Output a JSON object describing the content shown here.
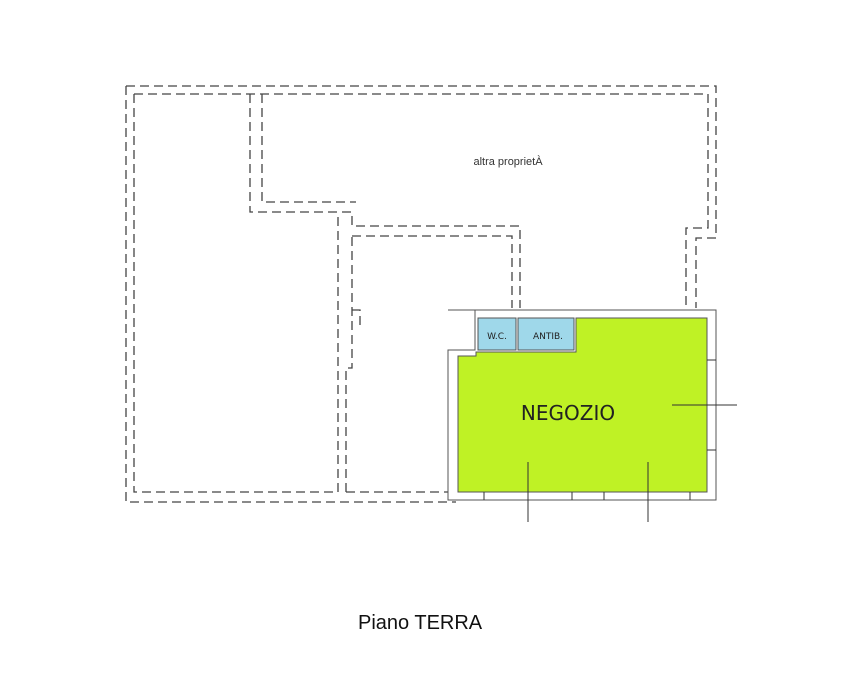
{
  "plan": {
    "other_property_label": "altra proprietÀ",
    "shop_label": "NEGOZIO",
    "wc_label": "W.C.",
    "antib_label": "ANTIB.",
    "caption": "Piano TERRA"
  },
  "colors": {
    "shop_fill": "#bff225",
    "service_fill": "#9fd8ea",
    "wall_line": "#444444"
  }
}
